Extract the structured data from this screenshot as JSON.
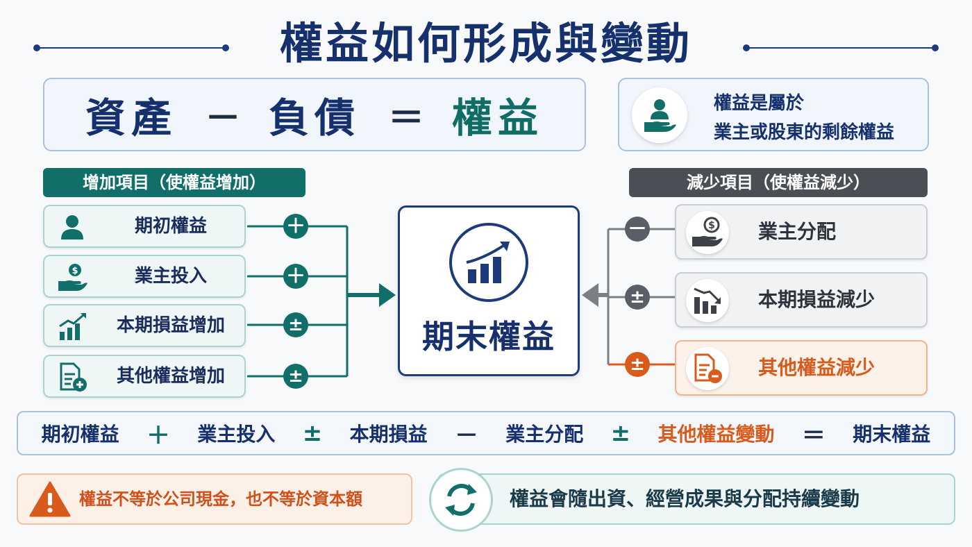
{
  "title": "權益如何形成與變動",
  "equation": {
    "assets": "資產",
    "minus": "－",
    "liabilities": "負債",
    "equals": "＝",
    "equity": "權益"
  },
  "info": {
    "line1": "權益是屬於",
    "line2": "業主或股東的剩餘權益",
    "icon": "person-hand-icon"
  },
  "increase": {
    "header": "增加項目（使權益增加）",
    "items": [
      {
        "label": "期初權益",
        "icon": "person-icon",
        "sign": "＋"
      },
      {
        "label": "業主投入",
        "icon": "hand-coin-icon",
        "sign": "＋"
      },
      {
        "label": "本期損益增加",
        "icon": "bar-chart-up-icon",
        "sign": "±"
      },
      {
        "label": "其他權益增加",
        "icon": "document-plus-icon",
        "sign": "±"
      }
    ]
  },
  "decrease": {
    "header": "減少項目（使權益減少）",
    "items": [
      {
        "label": "業主分配",
        "icon": "hand-coin-icon",
        "sign": "－"
      },
      {
        "label": "本期損益減少",
        "icon": "bar-chart-down-icon",
        "sign": "±"
      },
      {
        "label": "其他權益減少",
        "icon": "document-minus-icon",
        "sign": "±"
      }
    ]
  },
  "center": {
    "label": "期末權益",
    "icon": "growth-chart-icon"
  },
  "formula": {
    "t1": "期初權益",
    "o1": "＋",
    "t2": "業主投入",
    "o2": "±",
    "t3": "本期損益",
    "o3": "－",
    "t4": "業主分配",
    "o4": "±",
    "t5": "其他權益變動",
    "o5": "＝",
    "t6": "期末權益"
  },
  "notes": {
    "warning": "權益不等於公司現金，也不等於資本額",
    "cycle": "權益會隨出資、經營成果與分配持續變動"
  },
  "colors": {
    "navy": "#16306e",
    "teal": "#126e69",
    "gray": "#4a4e55",
    "orange": "#d85b1b"
  }
}
